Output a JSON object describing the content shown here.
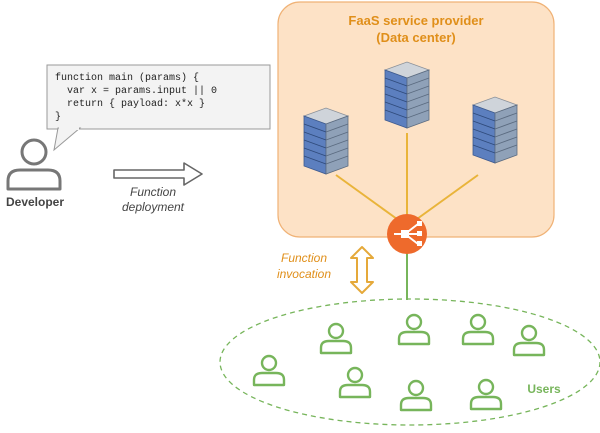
{
  "provider": {
    "title_line1": "FaaS service provider",
    "title_line2": "(Data center)"
  },
  "developer": {
    "label": "Developer",
    "code_lines": [
      "function main (params) {",
      "  var x = params.input || 0",
      "  return { payload: x*x }",
      "}"
    ]
  },
  "deployment": {
    "line1": "Function",
    "line2": "deployment"
  },
  "invocation": {
    "line1": "Function",
    "line2": "invocation"
  },
  "users": {
    "label": "Users"
  },
  "colors": {
    "provider_fill": "#fde2c6",
    "provider_stroke": "#f0b276",
    "orange": "#e08f1a",
    "balancer": "#ee6a2c",
    "green": "#77b55b",
    "gray": "#777777",
    "dark_text": "#444444",
    "server_blue": "#4a6fae"
  },
  "icons": {
    "developer": "person-icon",
    "server": "server-rack-icon",
    "balancer": "load-balancer-icon",
    "user": "person-icon",
    "deploy_arrow": "right-arrow-icon",
    "invoke_arrow": "double-vertical-arrow-icon"
  }
}
